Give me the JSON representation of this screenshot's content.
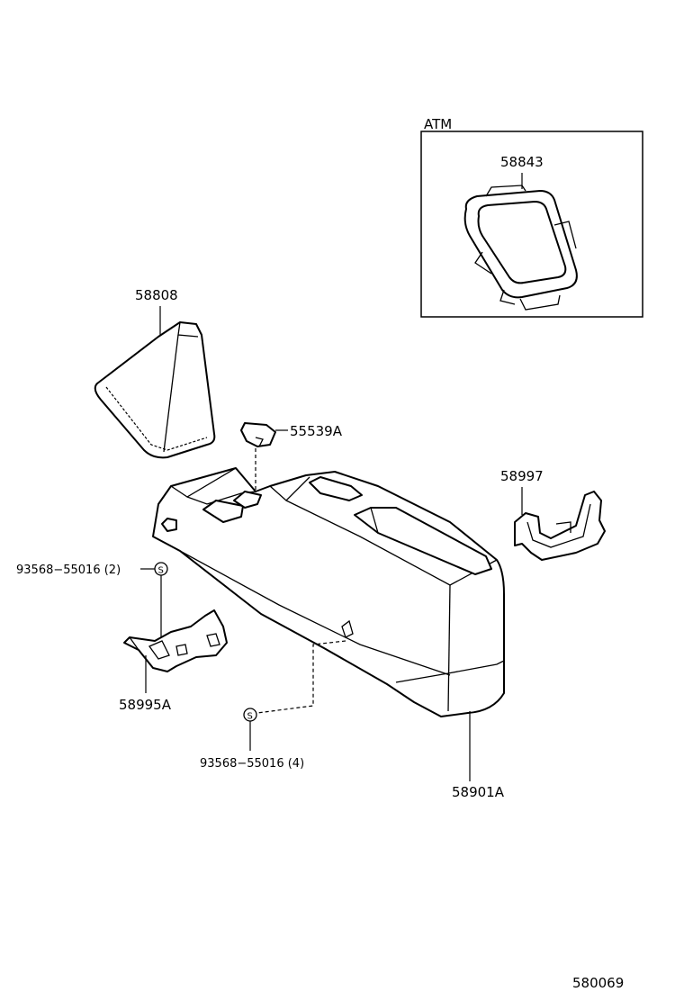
{
  "callouts": {
    "atm": "ATM",
    "p58843": "58843",
    "p58808": "58808",
    "p55539a": "55539A",
    "p58997": "58997",
    "screw_top": "93568−55016 (2)",
    "p58995a": "58995A",
    "screw_bottom": "93568−55016 (4)",
    "p58901a": "58901A",
    "screw_symbol": "S"
  },
  "diagram_number": "580069"
}
